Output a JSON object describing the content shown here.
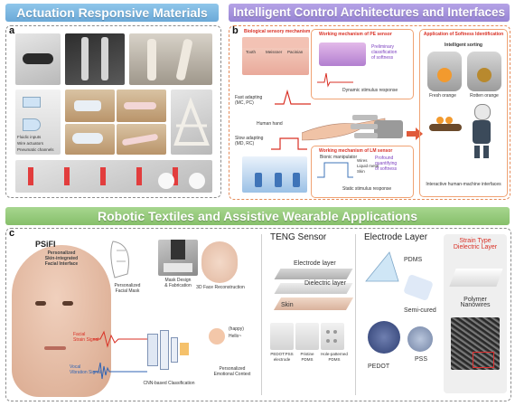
{
  "banners": {
    "a": "Actuation Responsive Materials",
    "b": "Intelligent Control Architectures and Interfaces",
    "c": "Robotic Textiles and Assistive Wearable Applications"
  },
  "panel_labels": {
    "a": "a",
    "b": "b",
    "c": "c"
  },
  "panel_a": {
    "small_labels": [
      "Fluidic inputs",
      "Wire actuators",
      "Pneumatic channels"
    ]
  },
  "panel_b": {
    "sensory_title": "Biological sensory mechanism",
    "skin_layers": [
      "Tooth",
      "Meissner",
      "Pacinian"
    ],
    "fast_adapting": "Fast adapting\n(MC, PC)",
    "human_hand": "Human hand",
    "slow_adapting": "Slow adapting\n(MD, RC)",
    "pe_title": "Working mechanism of PE sensor",
    "pe_class": "Preliminary\nclassification\nof softness",
    "dynamic": "Dynamic stimulus response",
    "bionic": "Bionic manipulator",
    "lm_title": "Working mechanism of LM sensor",
    "lm_quant": "Profound\nquantifying\nof softness",
    "lm_labels": [
      "Wires",
      "Liquid metal",
      "Skin"
    ],
    "static": "Static stimulus response",
    "app_title": "Application of Softness Identification",
    "sorting": "Intelligent sorting",
    "fresh": "Fresh orange",
    "rotten": "Rotten orange",
    "interactive": "Interactive human-machine interfaces"
  },
  "panel_c": {
    "psifi": "PSiFI",
    "psifi_desc": "Personalized\nSkin-integrated\nFacial Interface",
    "mask": "Personalized\nFacial Mask",
    "mask_design": "Mask Design\n& Fabrication",
    "face3d": "3D Face Reconstruction",
    "facial_strain": "Facial\nStrain Signal",
    "vocal": "Vocal\nVibration Signal",
    "cnn": "CNN-based Classification",
    "happy": "(happy)",
    "hello": "Hello~",
    "emotional": "Personalized\nEmotional Context",
    "teng_title": "TENG Sensor",
    "electrode_layer": "Electrode layer",
    "dielectric_layer": "Dielectric layer",
    "skin": "Skin",
    "pedot_electrode": "PEDOT:PSS\nelectrode",
    "pristine": "Pristine\nPDMS",
    "hole": "Hole-patterned\nPDMS",
    "electrode_title": "Electrode Layer",
    "pdms": "PDMS",
    "semicured": "Semi-cured",
    "pedot": "PEDOT",
    "pss": "PSS",
    "strain_title": "Strain Type\nDielectric Layer",
    "polymer": "Polymer\nNanowires"
  },
  "colors": {
    "banner_a": "#6ba9d8",
    "banner_b": "#9784d4",
    "banner_c": "#86bf6a",
    "panel_b_border": "#e58b5a",
    "accent_red": "#d93025",
    "accent_purple": "#7b3fbf"
  }
}
